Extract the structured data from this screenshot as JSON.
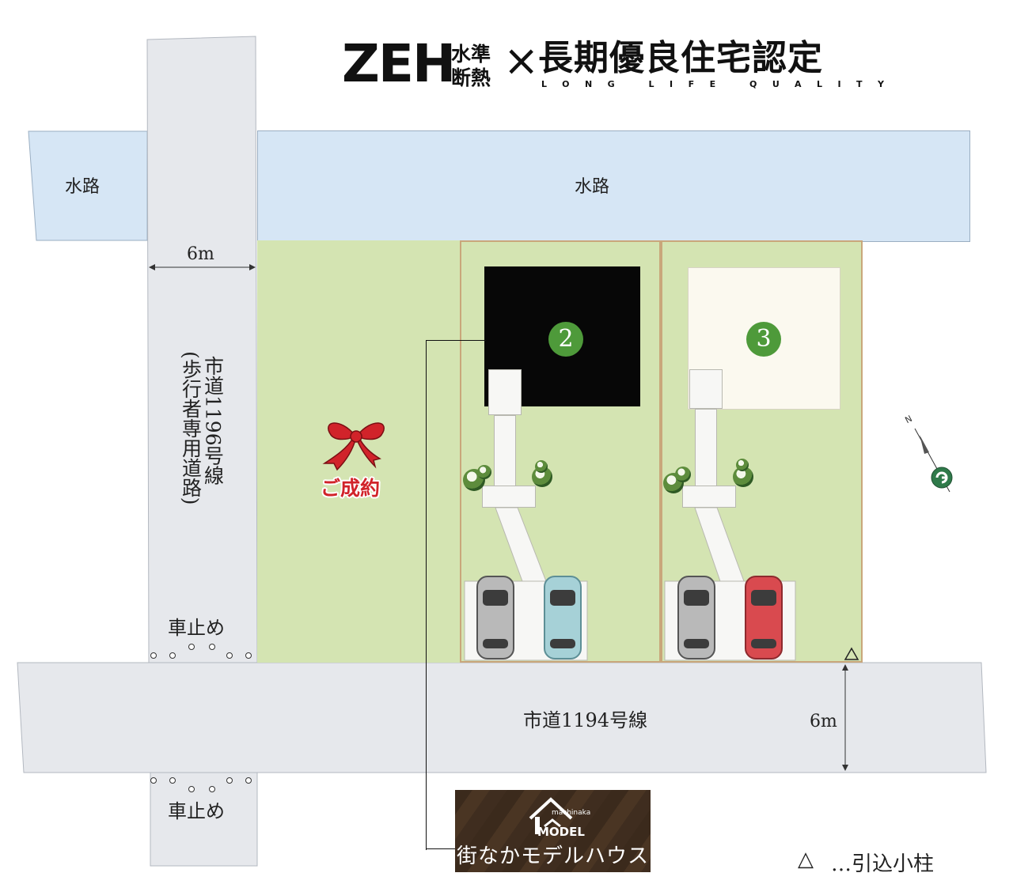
{
  "header": {
    "zeh": "ZEH",
    "zeh_line1": "水準",
    "zeh_line2": "断熱",
    "cross": "×",
    "certification": "長期優良住宅認定",
    "english": "LONG LIFE QUALITY"
  },
  "waterway": {
    "left_label": "水路",
    "main_label": "水路"
  },
  "roads": {
    "pedestrian_width": "6m",
    "pedestrian_name_line1": "市道1196号線",
    "pedestrian_name_line2": "(歩行者専用道路)",
    "main_name": "市道1194号線",
    "main_width": "6m",
    "car_stop_top": "車止め",
    "car_stop_bottom": "車止め"
  },
  "lots": {
    "sold_label": "ご成約",
    "lot2": "2",
    "lot3": "3"
  },
  "model_house": {
    "script": "machinaka",
    "sub": "MODEL",
    "title": "街なかモデルハウス"
  },
  "compass": {
    "north": "N"
  },
  "legend": {
    "symbol": "△",
    "text": "…引込小柱"
  },
  "colors": {
    "lawn": "#d4e4b2",
    "water": "#d6e6f5",
    "road": "#e6e8ec",
    "badge": "#4e9a3a",
    "sold": "#d1232a"
  }
}
